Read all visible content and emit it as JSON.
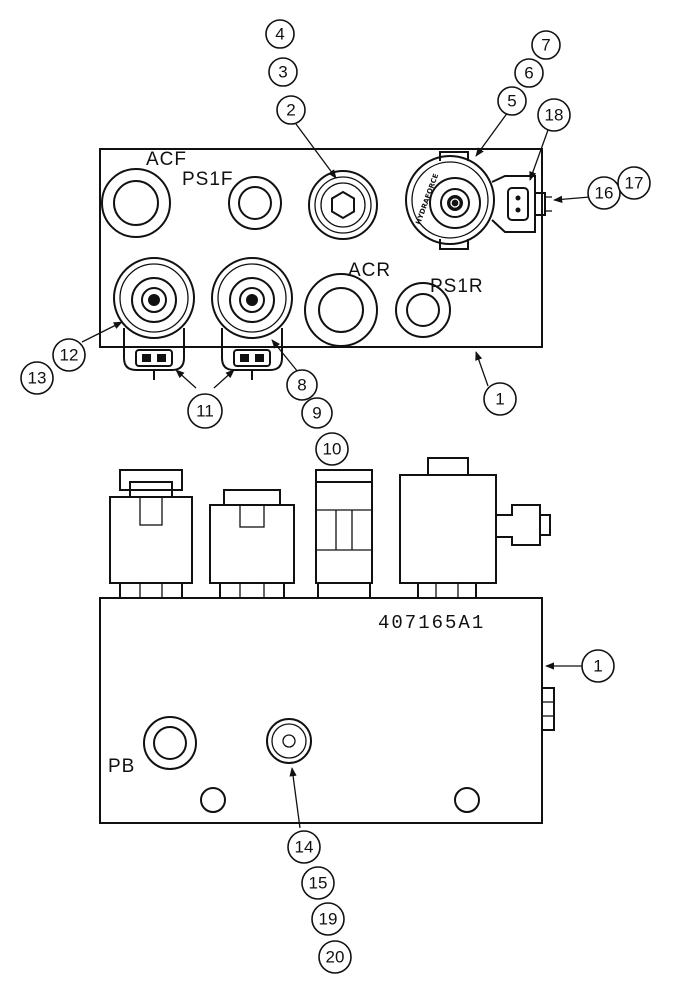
{
  "diagram": {
    "part_number": "407165A1",
    "port_labels": {
      "acf": "ACF",
      "ps1f": "PS1F",
      "acr": "ACR",
      "ps1r": "PS1R",
      "pb": "PB"
    },
    "valve_text": {
      "large_solenoid": "HYDRAFORCE"
    },
    "callouts": [
      {
        "id": "c4",
        "label": "4"
      },
      {
        "id": "c3",
        "label": "3"
      },
      {
        "id": "c2",
        "label": "2"
      },
      {
        "id": "c7",
        "label": "7"
      },
      {
        "id": "c6",
        "label": "6"
      },
      {
        "id": "c5",
        "label": "5"
      },
      {
        "id": "c18",
        "label": "18"
      },
      {
        "id": "c16",
        "label": "16"
      },
      {
        "id": "c17",
        "label": "17"
      },
      {
        "id": "c13",
        "label": "13"
      },
      {
        "id": "c12",
        "label": "12"
      },
      {
        "id": "c11",
        "label": "11"
      },
      {
        "id": "c8",
        "label": "8"
      },
      {
        "id": "c9",
        "label": "9"
      },
      {
        "id": "c10",
        "label": "10"
      },
      {
        "id": "c1a",
        "label": "1"
      },
      {
        "id": "c1b",
        "label": "1"
      },
      {
        "id": "c14",
        "label": "14"
      },
      {
        "id": "c15",
        "label": "15"
      },
      {
        "id": "c19",
        "label": "19"
      },
      {
        "id": "c20",
        "label": "20"
      }
    ]
  }
}
